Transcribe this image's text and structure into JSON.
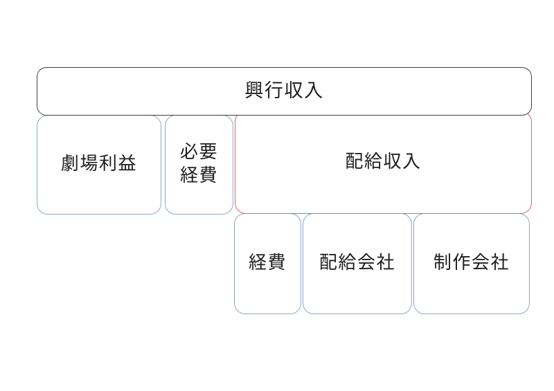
{
  "diagram": {
    "title_text": "興行収入",
    "background_color": "#ffffff",
    "colors": {
      "level1_border": "#3f3f3f",
      "level2_blue_border": "#8fa7c4",
      "level2_red_border": "#d2676e",
      "level3_border": "#8fa7c4",
      "text": "#1f1f1f",
      "fill": "#ffffff"
    },
    "levels": {
      "level1": [
        {
          "id": "box-office",
          "label": "興行収入",
          "border_color": "#3f3f3f"
        }
      ],
      "level2": [
        {
          "id": "theater-profit",
          "label": "劇場利益",
          "border_color": "#8fa7c4"
        },
        {
          "id": "necessary-expenses",
          "label": "必要\n経費",
          "border_color": "#8fa7c4"
        },
        {
          "id": "distribution-revenue",
          "label": "配給収入",
          "border_color": "#d2676e"
        }
      ],
      "level3": [
        {
          "id": "expenses",
          "label": "経費",
          "border_color": "#8fa7c4"
        },
        {
          "id": "distribution-company",
          "label": "配給会社",
          "border_color": "#8fa7c4"
        },
        {
          "id": "production-company",
          "label": "制作会社",
          "border_color": "#8fa7c4"
        }
      ]
    }
  }
}
